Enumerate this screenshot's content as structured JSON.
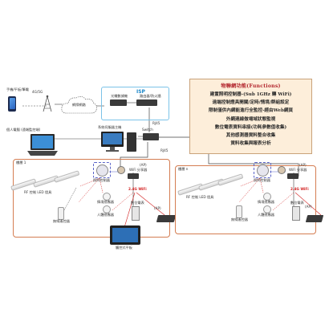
{
  "functions": {
    "title": "物聯網功能(Functions)",
    "items": [
      "建置照明控制器-(Sub 1GHz 轉 WiFi)",
      "遠端控制燈具開關/定時/情境/群組設定",
      "限制僅供內網能進行全監控-經由Web網頁",
      "外網連線做場域狀態監視",
      "數位電表資料串接(功耗參數值收集)",
      "其他感測器資料整合收集",
      "資料收集與報表分析"
    ]
  },
  "top": {
    "phone_label": "手機/平板/筆電",
    "mobile_label": "4G/5G",
    "internet_label": "網際網路",
    "isp_label": "ISP",
    "router_label": "路由器/防火牆",
    "modem_label": "光纖數據機",
    "laptop_label": "個人電腦 (遠端監控端)",
    "server_label": "系統伺服器主機",
    "switch_label": "Switch",
    "rj45_top": "RJ45",
    "rj45_bottom": "RJ45"
  },
  "area_left": {
    "title": "樓層 1",
    "lamp_label": "RF 控制 LED 燈具",
    "controller_label": "照明控制器",
    "ap_label": "WiFi 分享器",
    "ap_tag": "(AP)",
    "wifi_label": "2.4G WiFi",
    "sensor1_label": "情境感應器",
    "sensor2_label": "人體感應器",
    "remote_label": "無線遙控器",
    "meter_label": "數位電表",
    "gateway_tag": "(AP)",
    "tablet_label": "觸控式平板"
  },
  "area_right": {
    "title": "樓層 n",
    "lamp_label": "RF 控制 LED 燈具",
    "controller_label": "照明控制器",
    "ap_label": "WiFi 分享器",
    "ap_tag": "(AP)",
    "wifi_label": "2.4G WiFi",
    "sensor1_label": "情境感應器",
    "sensor2_label": "人體感應器",
    "remote_label": "無線遙控器",
    "meter_label": "數位電表",
    "gateway_tag": "(AP)"
  },
  "colors": {
    "area_border": "#d47d52",
    "isp_border": "#7cc3e8",
    "func_bg": "#fdeeda",
    "func_title": "#b3262e",
    "wifi_red": "#d21e1e",
    "link_blue": "#5a64c8"
  }
}
